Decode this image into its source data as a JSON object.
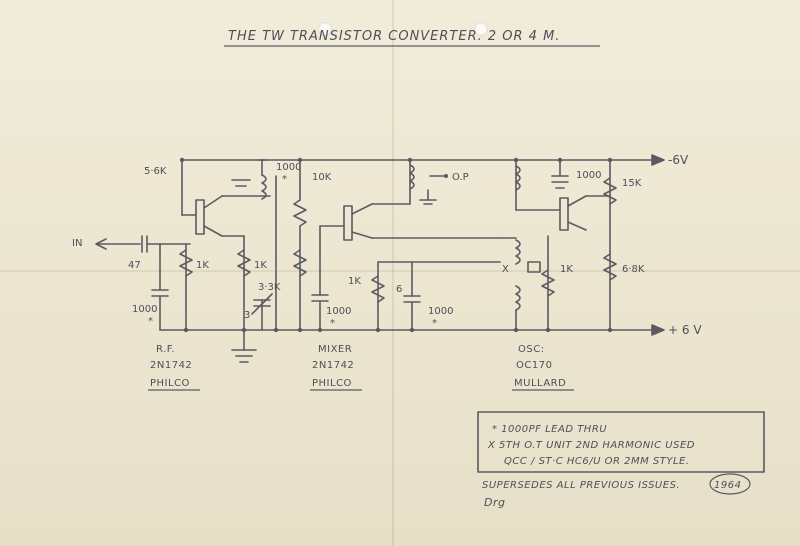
{
  "title": "THE TW TRANSISTOR CONVERTER.  2 OR 4 M.",
  "rails": {
    "neg": "-6V",
    "pos": "+ 6 V"
  },
  "input_label": "IN",
  "stages": [
    {
      "name": "R.F.",
      "part": "2N1742",
      "maker": "PHILCO"
    },
    {
      "name": "MIXER",
      "part": "2N1742",
      "maker": "PHILCO"
    },
    {
      "name": "OSC:",
      "part": "OC170",
      "maker": "MULLARD"
    }
  ],
  "components": {
    "r_56k": "5·6K",
    "cap_47": "47",
    "r_1k_rf": "1K",
    "cap_1000_rf": "1000",
    "cap_1000_top": "1000",
    "r_10k": "10K",
    "output": "O.P",
    "r_1k_mix": "1K",
    "r_33k": "3·3K",
    "trim_3": "3",
    "cap_1000_mix": "1000",
    "r_1k_osc": "1K",
    "val_6": "6",
    "cap_1000_osc": "1000",
    "crystal": "X",
    "r_1k_osc2": "1K",
    "cap_1000_right": "1000",
    "r_15k": "15K",
    "r_68k": "6·8K"
  },
  "star": "*",
  "notes": {
    "line1": "* 1000PF LEAD THRU",
    "line2": "X  5TH O.T UNIT  2ND HARMONIC USED",
    "line3": "QCC / ST·C  HC6/U OR 2MM STYLE."
  },
  "footer": "SUPERSEDES ALL PREVIOUS ISSUES.",
  "year": "1964",
  "signature": "Drg"
}
